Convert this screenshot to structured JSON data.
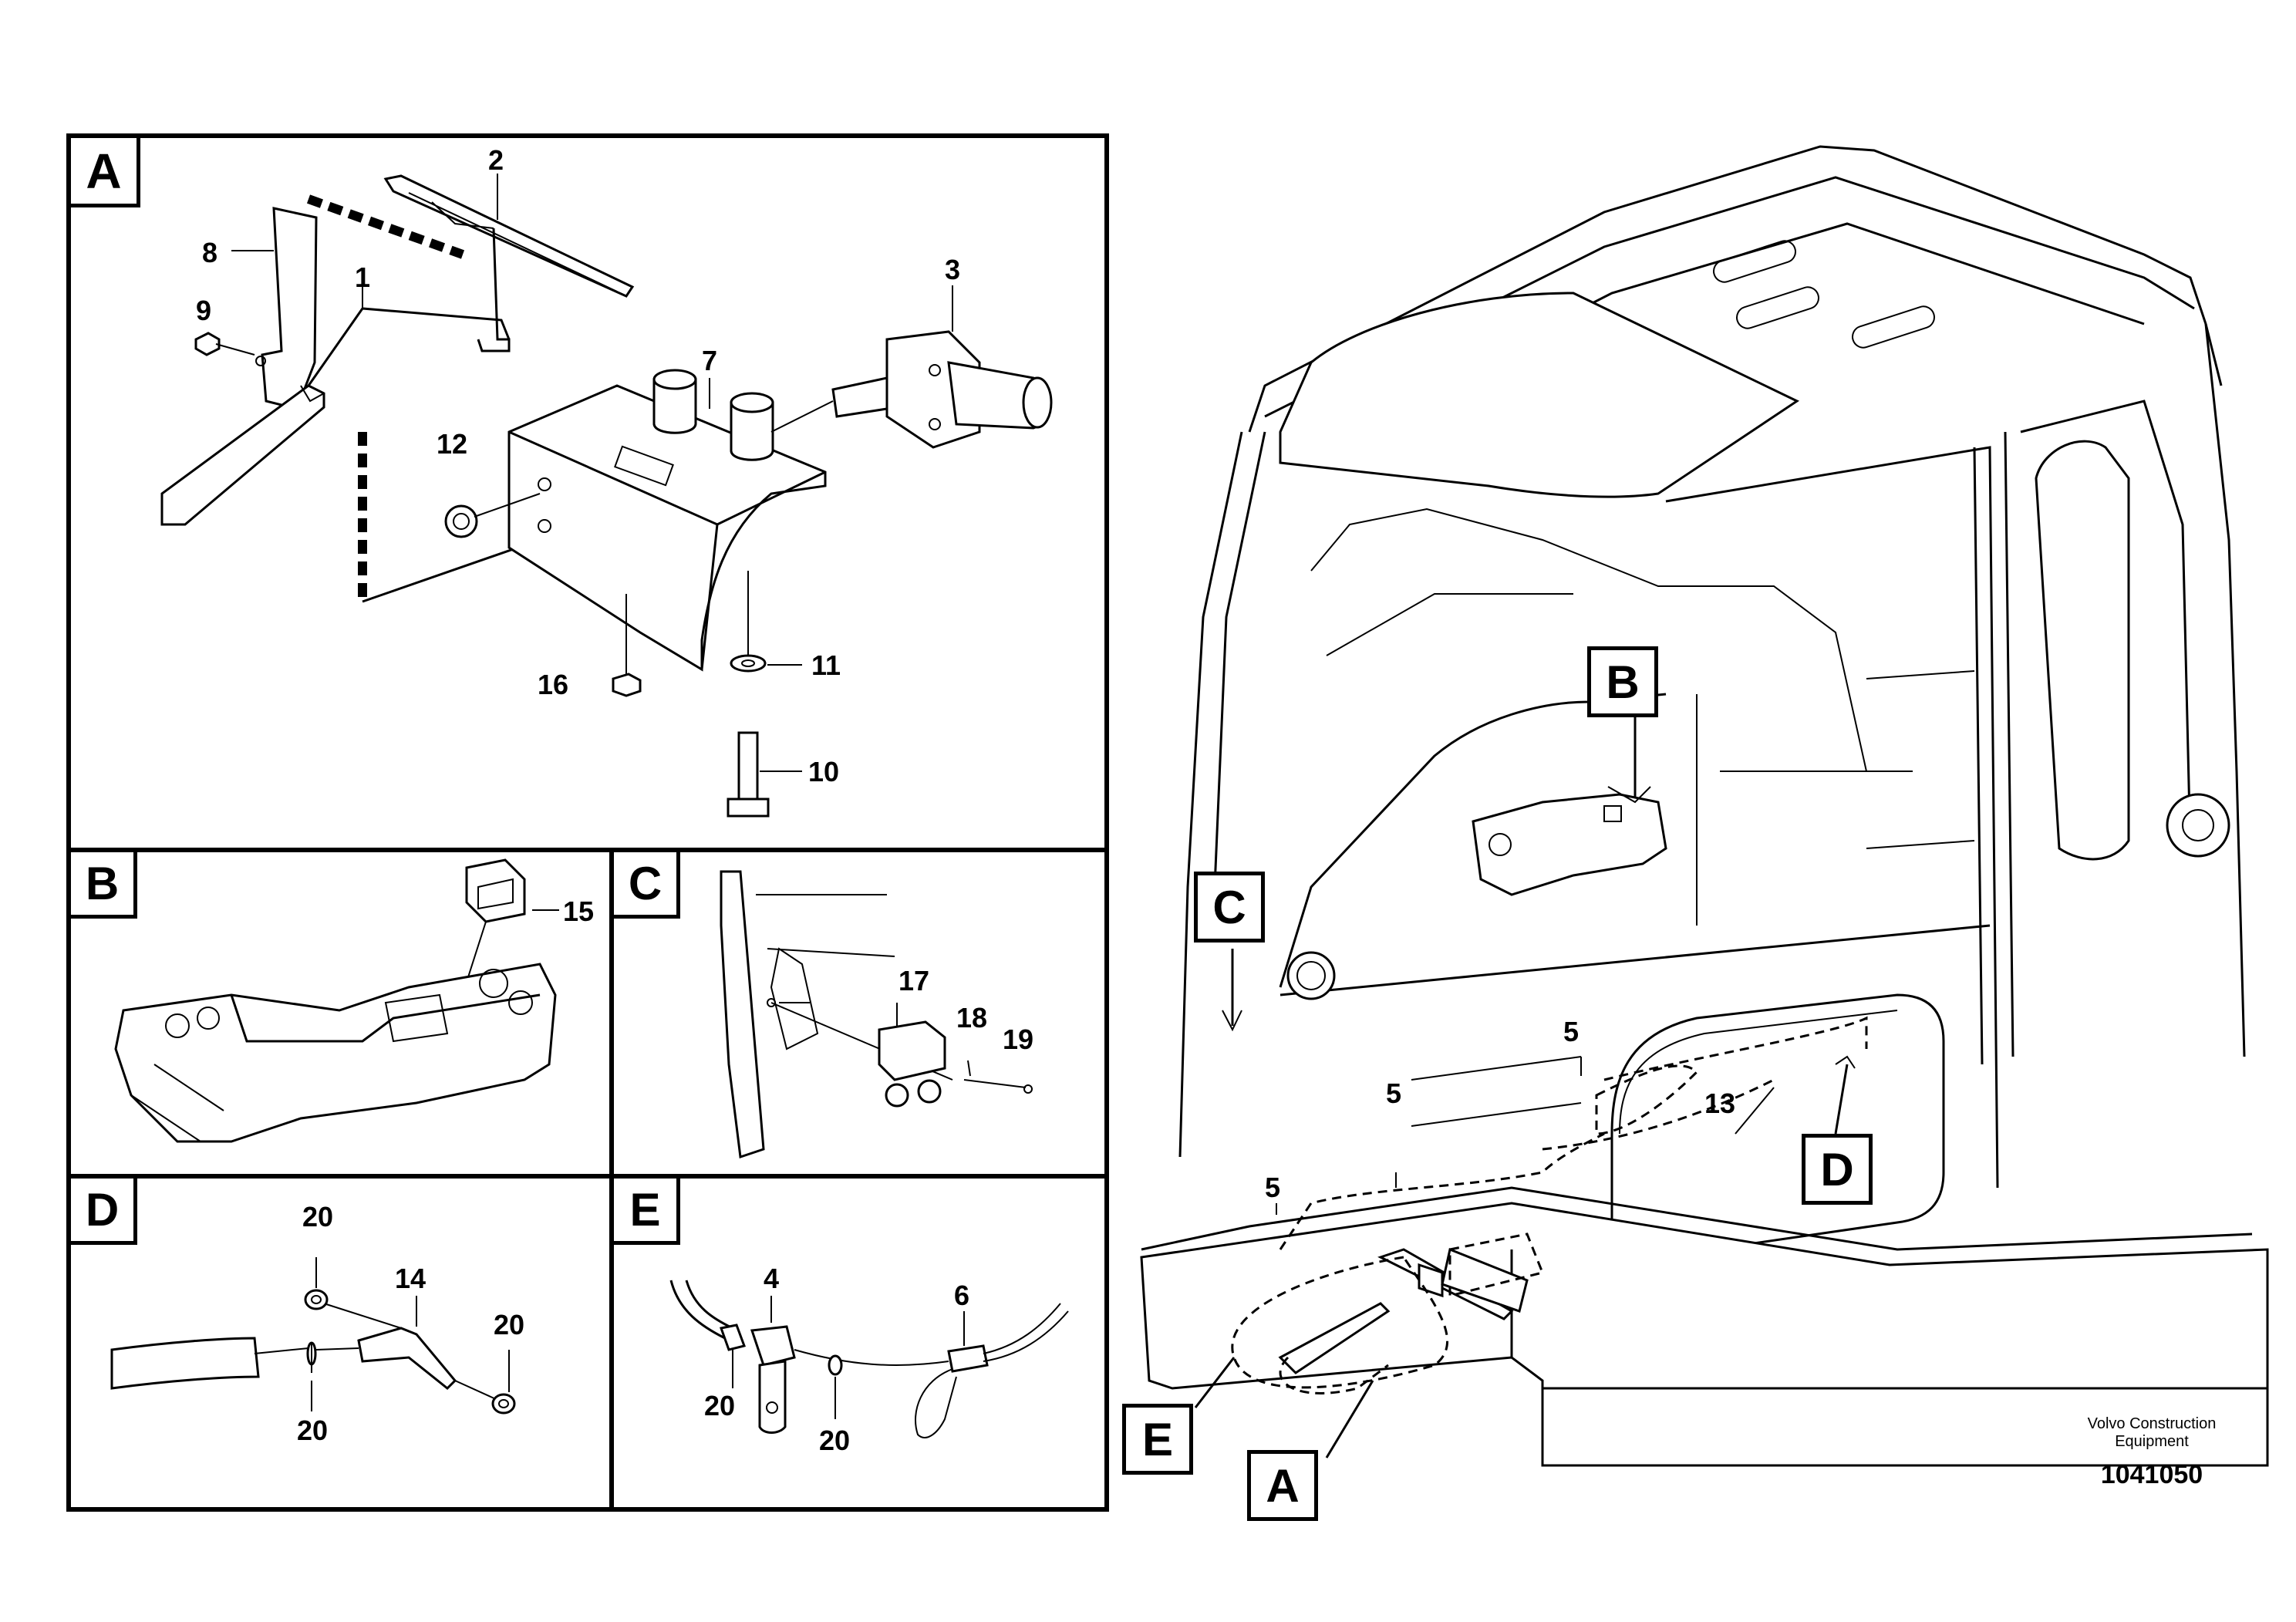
{
  "panels": {
    "A": {
      "tag": "A",
      "labels": {
        "p1": "1",
        "p2": "2",
        "p3": "3",
        "p7": "7",
        "p8": "8",
        "p9": "9",
        "p10": "10",
        "p11": "11",
        "p12": "12",
        "p16": "16"
      }
    },
    "B": {
      "tag": "B",
      "labels": {
        "p15": "15"
      }
    },
    "C": {
      "tag": "C",
      "labels": {
        "p17": "17",
        "p18": "18",
        "p19": "19"
      }
    },
    "D": {
      "tag": "D",
      "labels": {
        "p20a": "20",
        "p14": "14",
        "p20b": "20",
        "p20c": "20"
      }
    },
    "E": {
      "tag": "E",
      "labels": {
        "p4": "4",
        "p6": "6",
        "p20a": "20",
        "p20b": "20"
      }
    }
  },
  "overview": {
    "tags": {
      "A": "A",
      "B": "B",
      "C": "C",
      "D": "D",
      "E": "E"
    },
    "labels": {
      "p5a": "5",
      "p5b": "5",
      "p5c": "5",
      "p13": "13"
    }
  },
  "footer": {
    "brand_line1": "Volvo Construction",
    "brand_line2": "Equipment",
    "drawing_number": "1041050"
  }
}
